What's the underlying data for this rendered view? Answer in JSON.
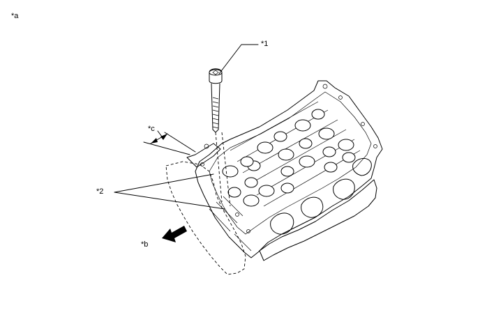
{
  "labels": {
    "a": "*a",
    "one": "*1",
    "two": "*2",
    "b": "*b",
    "c": "*c"
  },
  "icons": {
    "direction_arrow": "arrow-icon"
  }
}
